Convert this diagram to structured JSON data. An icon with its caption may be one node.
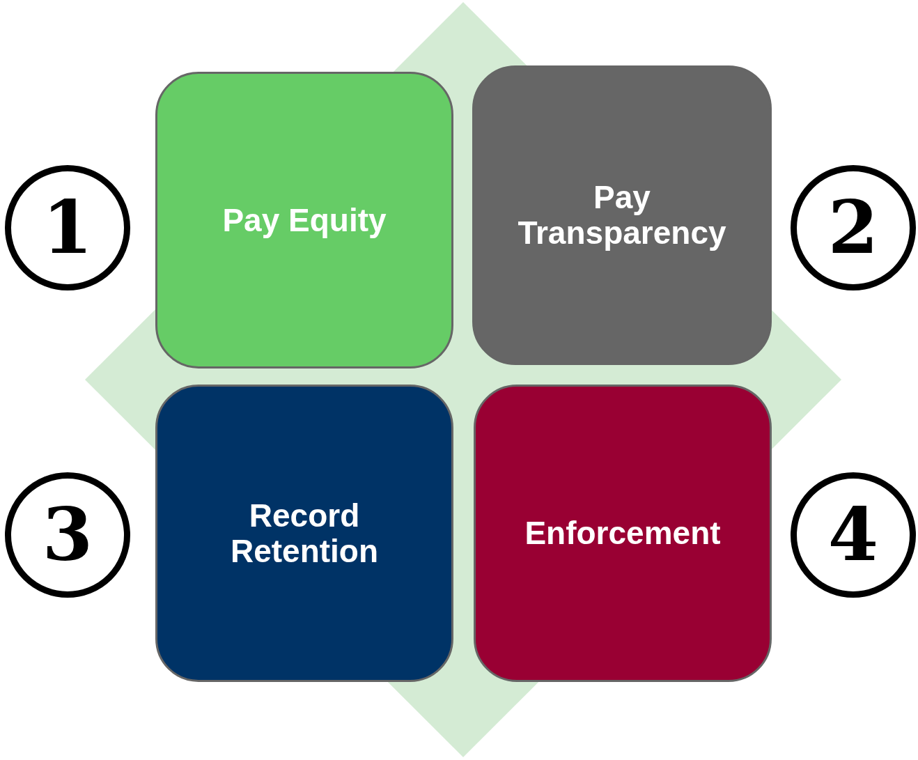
{
  "diagram": {
    "nodes": [
      {
        "text": [
          "1"
        ]
      },
      {
        "text": [
          "Pay Equity"
        ]
      },
      {
        "text": [
          "Pay Transparency"
        ]
      },
      {
        "text": [
          "2"
        ]
      },
      {
        "text": [
          "3"
        ]
      },
      {
        "text": [
          "Record Retention"
        ]
      },
      {
        "text": [
          "Enforcement"
        ]
      },
      {
        "text": [
          "4"
        ]
      }
    ]
  }
}
